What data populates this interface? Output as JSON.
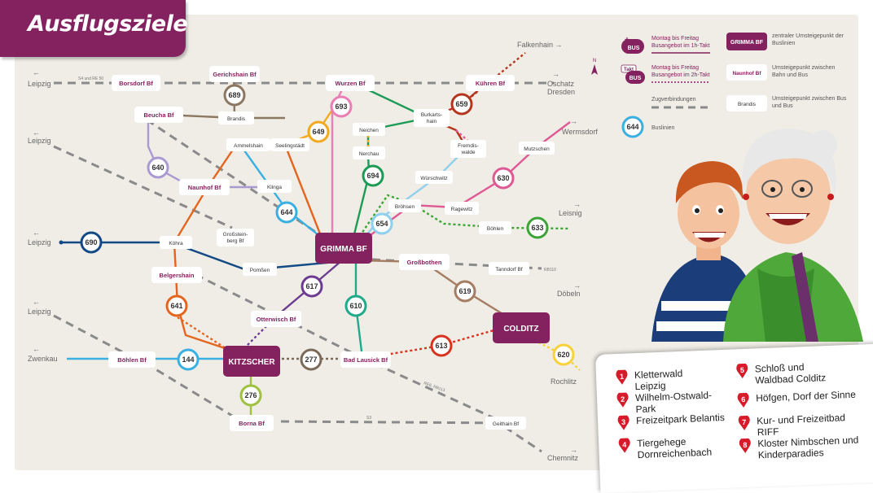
{
  "title": "Ausflugsziele",
  "legend": {
    "plusbus_badge": "BUS",
    "plusbus_text": "Montag bis Freitag Busangebot im 1h-Takt",
    "taktbus_badge_top": "Takt",
    "taktbus_badge": "BUS",
    "taktbus_text": "Montag bis Freitag Busangebot im 2h-Takt",
    "train_text": "Zugverbindungen",
    "busline_number": "644",
    "busline_text": "Buslinien",
    "hub_label": "GRIMMA BF",
    "hub_text": "zentraler Umsteigepunkt der Buslinien",
    "railbus_label": "Naunhof Bf",
    "railbus_text": "Umsteigepunkt zwischen Bahn und Bus",
    "busbus_label": "Brandis",
    "busbus_text": "Umsteigepunkt zwischen Bus und Bus",
    "colors": {
      "plusbus": "#84215f",
      "taktbus": "#84215f",
      "train": "#8a8a8a",
      "busline": "#0099d8"
    }
  },
  "hubs": {
    "grimma": "GRIMMA BF",
    "kitzscher": "KITZSCHER",
    "colditz": "COLDITZ"
  },
  "rail_stations": {
    "borsdorf": "Borsdorf Bf",
    "gerichshain": "Gerichshain Bf",
    "wurzen": "Wurzen Bf",
    "kuehren": "Kühren Bf",
    "beucha": "Beucha Bf",
    "naunhof": "Naunhof Bf",
    "belgershain": "Belgershain",
    "grossbothen": "Großbothen",
    "otterwisch": "Otterwisch Bf",
    "boehlen": "Böhlen Bf",
    "badlausick": "Bad Lausick Bf",
    "borna": "Borna Bf"
  },
  "bus_stops": {
    "brandis": "Brandis",
    "ammelshain": "Ammelshain",
    "seelingstaedt": "Seelingstädt",
    "neichen": "Neichen",
    "nerchau": "Nerchau",
    "burkartshain_1": "Burkarts-",
    "burkartshain_2": "hain",
    "fremdiswalde_1": "Fremdis-",
    "fremdiswalde_2": "walde",
    "mutzschen": "Mutzschen",
    "wuerschwitz": "Würschwitz",
    "klinga": "Klinga",
    "broehsen": "Bröhsen",
    "ragewitz": "Ragewitz",
    "boehlen_east": "Böhlen",
    "koehra": "Köhra",
    "grosssteinberg_1": "Großstein-",
    "grosssteinberg_2": "berg Bf",
    "pomssen": "Pomßen",
    "tanndorf": "Tanndorf Bf",
    "geithain": "Geithain Bf"
  },
  "bus_lines": [
    {
      "number": "689",
      "color": "#8c7862"
    },
    {
      "number": "693",
      "color": "#e97fb4"
    },
    {
      "number": "659",
      "color": "#b5361f"
    },
    {
      "number": "649",
      "color": "#f1a920"
    },
    {
      "number": "640",
      "color": "#a99ad1"
    },
    {
      "number": "694",
      "color": "#1c9b56"
    },
    {
      "number": "630",
      "color": "#df5a95"
    },
    {
      "number": "644",
      "color": "#3ab0e2"
    },
    {
      "number": "654",
      "color": "#8fd0ef"
    },
    {
      "number": "633",
      "color": "#3aa535"
    },
    {
      "number": "690",
      "color": "#134a86"
    },
    {
      "number": "617",
      "color": "#6c3c91"
    },
    {
      "number": "641",
      "color": "#e5651f"
    },
    {
      "number": "610",
      "color": "#21a98c"
    },
    {
      "number": "619",
      "color": "#a57d63"
    },
    {
      "number": "613",
      "color": "#d8331f"
    },
    {
      "number": "620",
      "color": "#f7d23a"
    },
    {
      "number": "144",
      "color": "#3ab0e2"
    },
    {
      "number": "277",
      "color": "#7b6a5a"
    },
    {
      "number": "276",
      "color": "#a0c040"
    }
  ],
  "destinations": {
    "falkenhain": "Falkenhain →",
    "oschatz": "Oschatz",
    "dresden": "Dresden",
    "wermsdorf": "Wermsdorf",
    "leisnig": "Leisnig",
    "doebeln": "Döbeln",
    "rochlitz": "Rochlitz",
    "chemnitz": "Chemnitz",
    "leipzig_1": "Leipzig",
    "leipzig_2": "Leipzig",
    "leipzig_3": "Leipzig",
    "leipzig_4": "Leipzig",
    "zwenkau": "Zwenkau"
  },
  "rail_labels": {
    "s4_re50": "S4 und RE 50",
    "rb110": "RB110",
    "re6_rb113": "RE6, RB113",
    "s3": "S3"
  },
  "compass_label": "N",
  "poi": [
    {
      "num": "1",
      "text": "Kletterwald Leipzig"
    },
    {
      "num": "2",
      "text": "Wilhelm-Ostwald-Park"
    },
    {
      "num": "3",
      "text": "Freizeitpark Belantis"
    },
    {
      "num": "4",
      "text": "Tiergehege Dornreichenbach"
    },
    {
      "num": "5",
      "text": "Schloß und Waldbad Colditz"
    },
    {
      "num": "6",
      "text": "Höfgen, Dorf der Sinne"
    },
    {
      "num": "7",
      "text": "Kur- und Freizeitbad RIFF"
    },
    {
      "num": "8",
      "text": "Kloster Nimbschen und Kinderparadies"
    }
  ]
}
